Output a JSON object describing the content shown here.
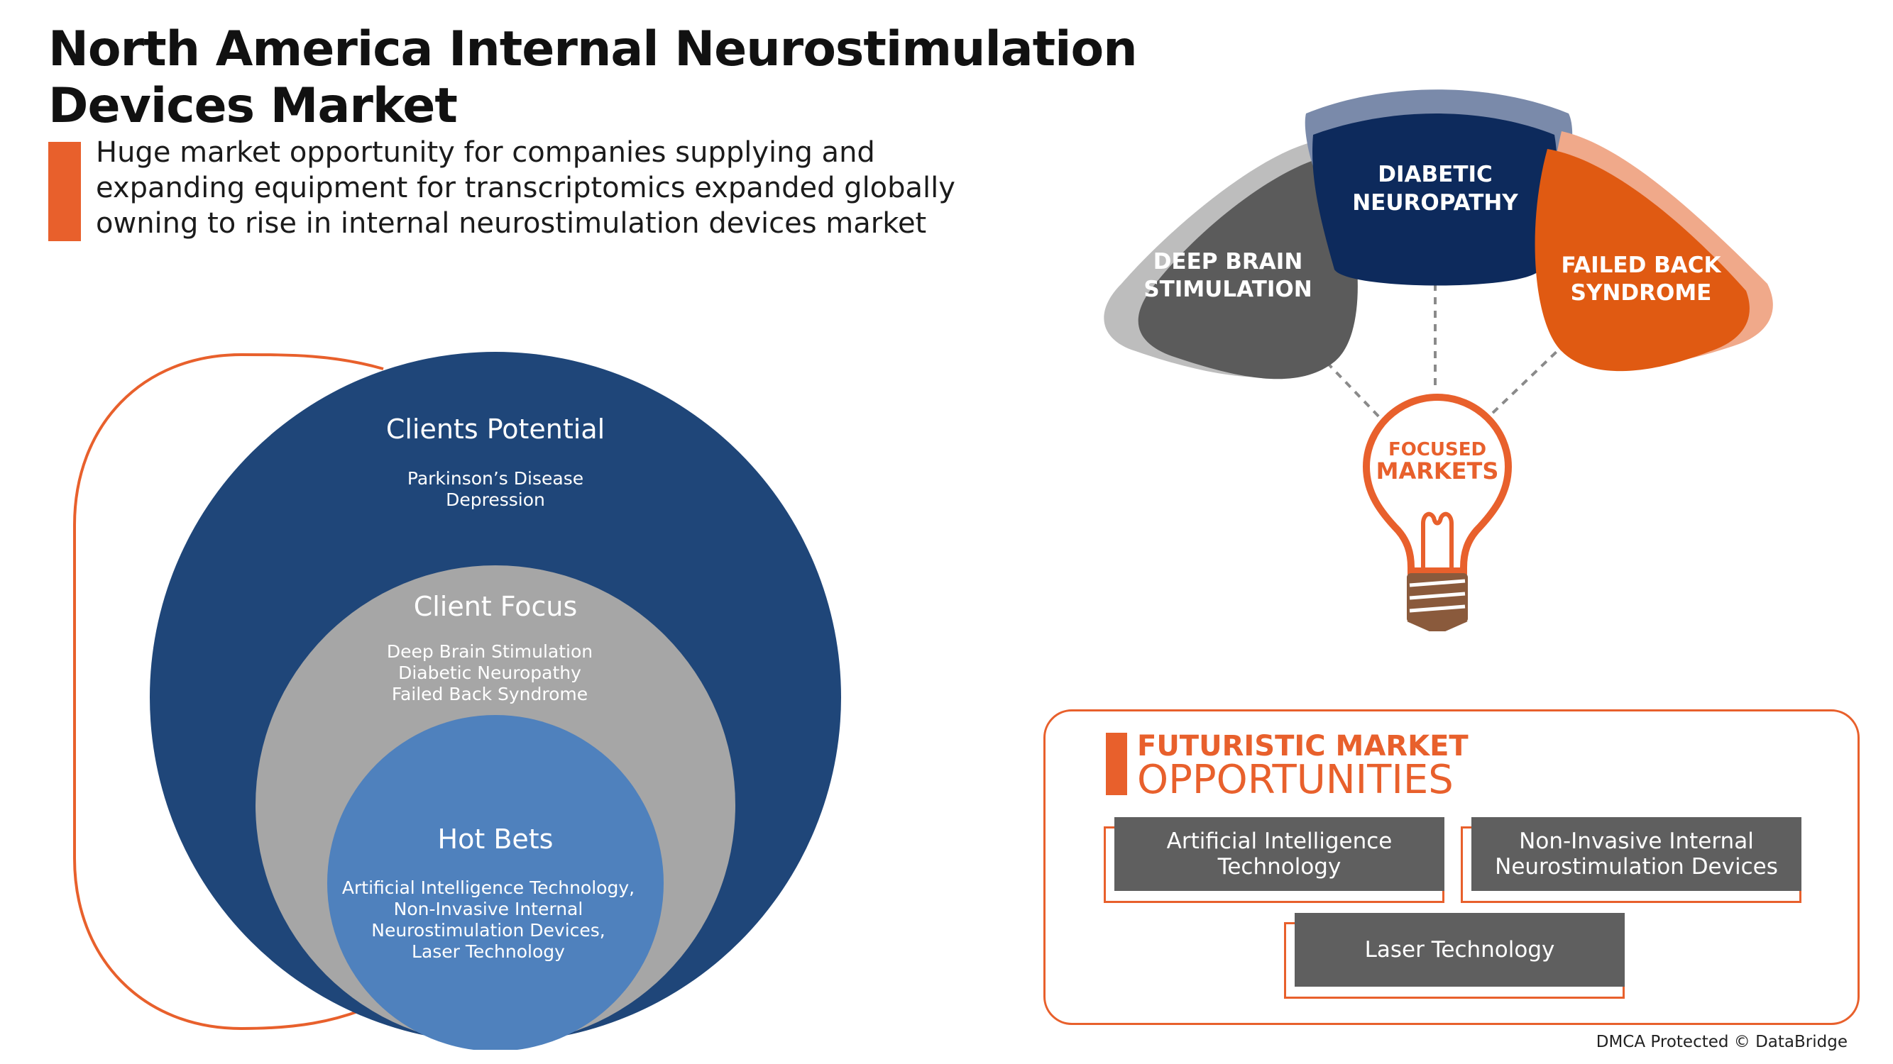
{
  "header": {
    "title": "North America Internal Neurostimulation Devices Market",
    "subtitle": "Huge market opportunity for companies supplying and expanding equipment for transcriptomics expanded globally owning to rise in internal neurostimulation devices market"
  },
  "circles": {
    "outer": {
      "title": "Clients Potential",
      "items": [
        "Parkinson’s Disease",
        "Depression"
      ]
    },
    "middle": {
      "title": "Client Focus",
      "items": [
        "Deep Brain Stimulation",
        "Diabetic Neuropathy",
        "Failed Back Syndrome"
      ]
    },
    "inner": {
      "title": "Hot Bets",
      "items": [
        "Artificial Intelligence Technology,",
        "Non-Invasive Internal",
        "Neurostimulation Devices,",
        "Laser Technology"
      ]
    }
  },
  "focused_markets": {
    "petals": [
      {
        "lines": [
          "DEEP BRAIN",
          "STIMULATION"
        ],
        "color": "#5b5b5b"
      },
      {
        "lines": [
          "DIABETIC",
          "NEUROPATHY"
        ],
        "color": "#0d2a5c"
      },
      {
        "lines": [
          "FAILED BACK",
          "SYNDROME"
        ],
        "color": "#e05a12"
      }
    ],
    "bulb_label_1": "FOCUSED",
    "bulb_label_2": "MARKETS"
  },
  "futuristic": {
    "title_1": "FUTURISTIC MARKET",
    "title_2": "OPPORTUNITIES",
    "opportunities": [
      "Artificial Intelligence Technology",
      "Non-Invasive Internal Neurostimulation Devices",
      "Laser Technology"
    ]
  },
  "colors": {
    "accent": "#e8602c",
    "outer_circle": "#1f4679",
    "middle_circle": "#a6a6a6",
    "inner_circle": "#4f81bd",
    "opportunity_box": "#5f5f5f"
  },
  "footer": {
    "copyright": "DMCA Protected © DataBridge"
  }
}
